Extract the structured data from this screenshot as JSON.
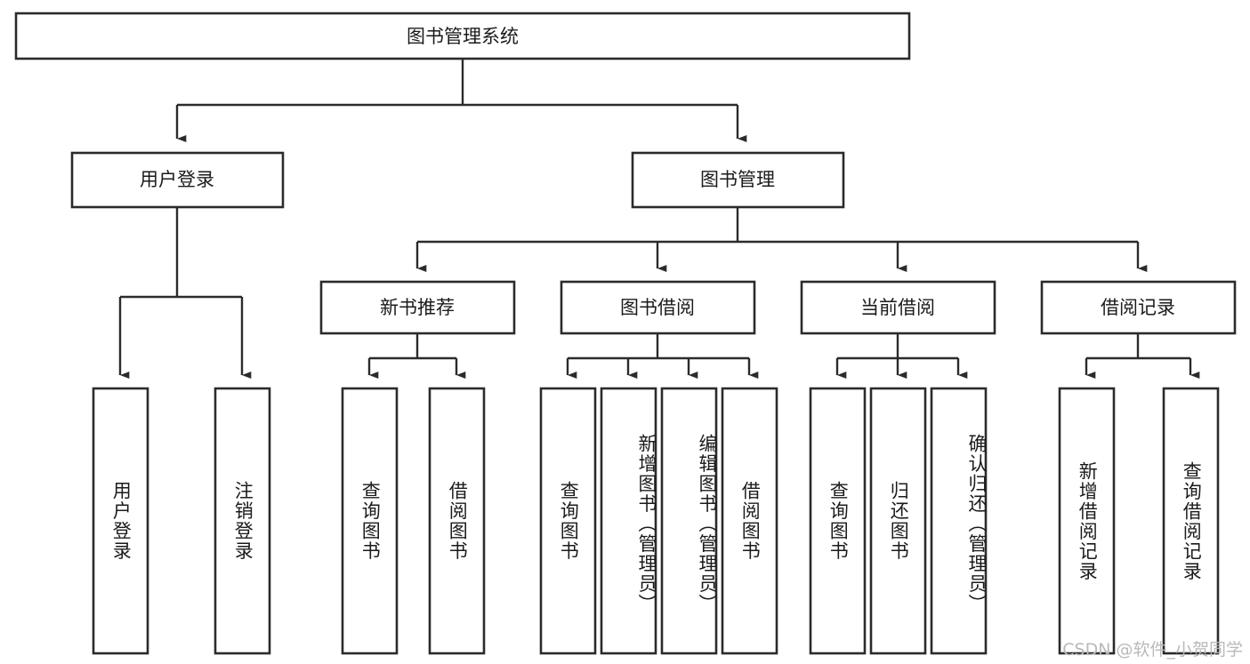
{
  "diagram": {
    "type": "tree-hierarchy",
    "title": "图书管理系统",
    "orientation": "top-down",
    "colors": {
      "box_stroke": "#2b2b2b",
      "box_fill": "#ffffff",
      "connector": "#2b2b2b",
      "text": "#1b1b1b",
      "watermark": "#b9b9b9",
      "background": "#ffffff"
    },
    "levels": {
      "root": "图书管理系统",
      "level2": [
        "用户登录",
        "图书管理"
      ],
      "level3": [
        "新书推荐",
        "图书借阅",
        "当前借阅",
        "借阅记录"
      ]
    },
    "nodes": {
      "root": {
        "label": "图书管理系统"
      },
      "user_login": {
        "label": "用户登录"
      },
      "book_manage": {
        "label": "图书管理"
      },
      "new_book_rec": {
        "label": "新书推荐"
      },
      "book_borrow": {
        "label": "图书借阅"
      },
      "current_borrow": {
        "label": "当前借阅"
      },
      "borrow_record": {
        "label": "借阅记录"
      }
    },
    "leaves": {
      "user_login": [
        {
          "label": "用户登录"
        },
        {
          "label": "注销登录"
        }
      ],
      "new_book_rec": [
        {
          "label": "查询图书"
        },
        {
          "label": "借阅图书"
        }
      ],
      "book_borrow": [
        {
          "label": "查询图书"
        },
        {
          "label": "新增图书（管理员）"
        },
        {
          "label": "编辑图书（管理员）"
        },
        {
          "label": "借阅图书"
        }
      ],
      "current_borrow": [
        {
          "label": "查询图书"
        },
        {
          "label": "归还图书"
        },
        {
          "label": "确认归还（管理员）"
        }
      ],
      "borrow_record": [
        {
          "label": "新增借阅记录"
        },
        {
          "label": "查询借阅记录"
        }
      ]
    },
    "watermark": "CSDN @软件_小贺同学"
  }
}
